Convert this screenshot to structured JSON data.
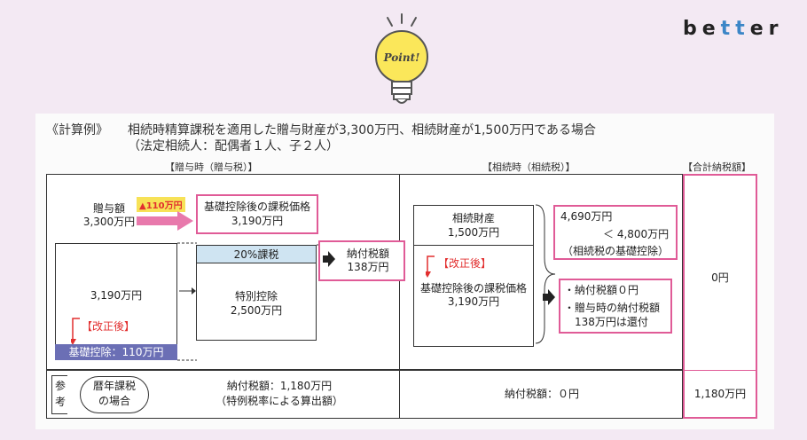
{
  "brand": {
    "prefix": "be",
    "highlight": "tt",
    "suffix": "er"
  },
  "badge": {
    "label": "Point!"
  },
  "heading": {
    "label": "《計算例》",
    "line1": "相続時精算課税を適用した贈与財産が3,300万円、相続財産が1,500万円である場合",
    "line2": "（法定相続人：配偶者１人、子２人）"
  },
  "columns": {
    "gift": "【贈与時（贈与税）】",
    "inherit": "【相続時（相続税）】",
    "total": "【合計納税額】"
  },
  "gift": {
    "amount_label": "贈与額",
    "amount_value": "3,300万円",
    "deduction_tag": "▲110万円",
    "taxable_title": "基礎控除後の課税価格",
    "taxable_value": "3,190万円",
    "left_value": "3,190万円",
    "revision": "【改正後】",
    "basic_deduction": "基礎控除：110万円",
    "rate": "20%課税",
    "special_title": "特別控除",
    "special_value": "2,500万円",
    "paid_title": "納付税額",
    "paid_value": "138万円"
  },
  "inherit": {
    "estate_title": "相続財産",
    "estate_value": "1,500万円",
    "revision": "【改正後】",
    "taxable_title": "基礎控除後の課税価格",
    "taxable_value": "3,190万円",
    "compare_value": "4,690万円",
    "compare_threshold": "＜ 4,800万円",
    "compare_note": "（相続税の基礎控除）",
    "result_1": "・納付税額０円",
    "result_2": "・贈与時の納付税額",
    "result_3": "138万円は還付"
  },
  "total": {
    "value": "0円"
  },
  "reference": {
    "label_1": "参",
    "label_2": "考",
    "case_1": "暦年課税",
    "case_2": "の場合",
    "gift_tax_1": "納付税額：1,180万円",
    "gift_tax_2": "（特例税率による算出額）",
    "inherit_tax": "納付税額：０円",
    "total": "1,180万円"
  }
}
